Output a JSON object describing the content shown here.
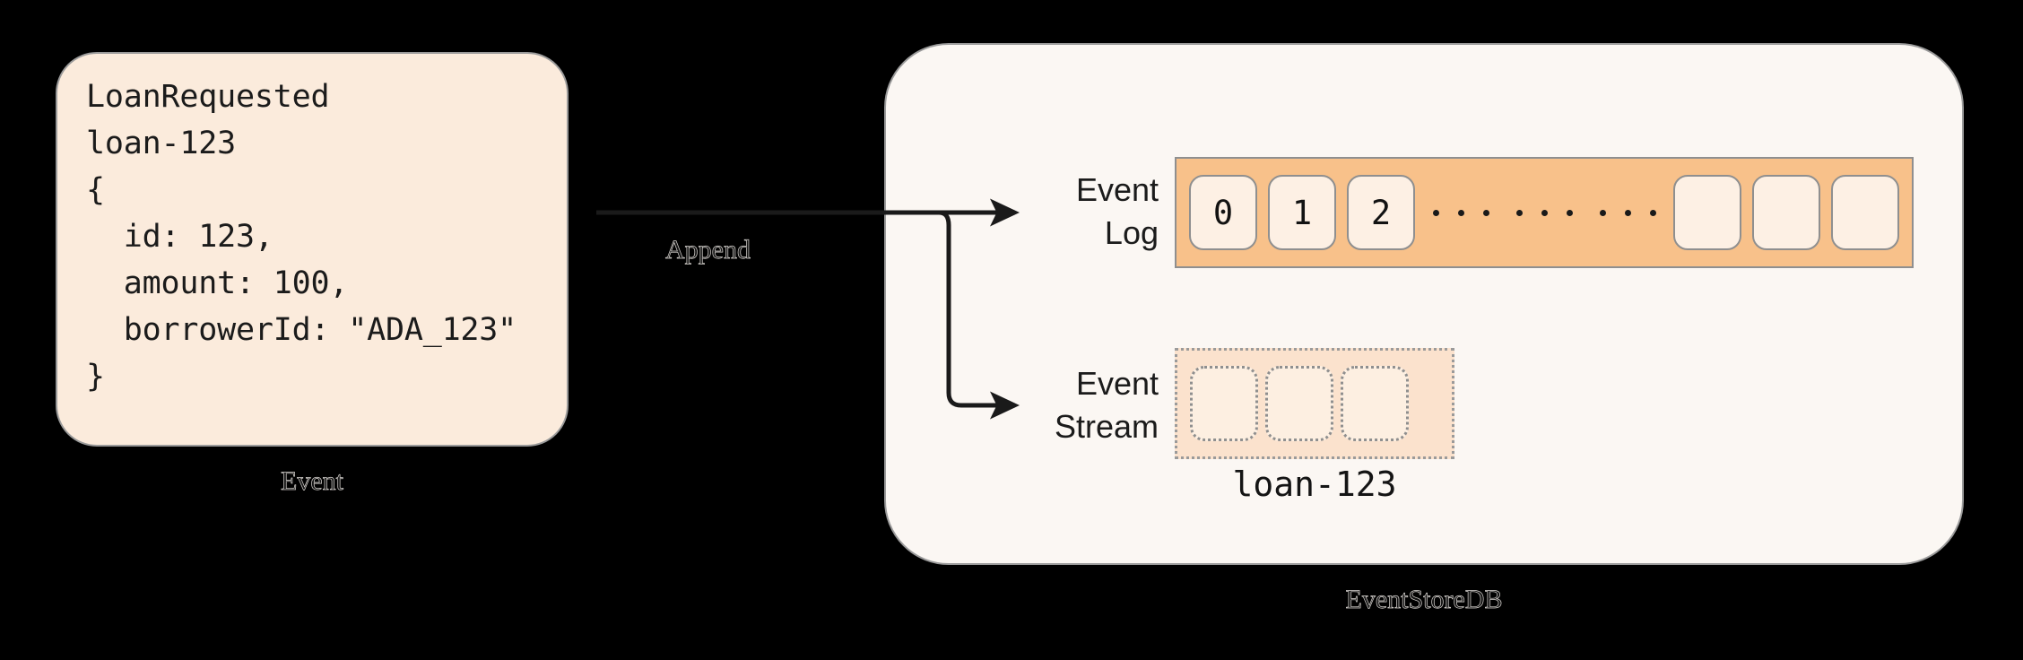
{
  "colors": {
    "page_background": "#000000",
    "event_card_fill": "#FBEBDC",
    "esdb_fill": "#FBF7F3",
    "event_log_fill": "#F8C18A",
    "event_log_cell_fill": "#FDF0E4",
    "event_stream_fill": "#FBE2CD",
    "event_stream_cell_fill": "#FDEFE1",
    "border": "#9A9A9A",
    "text": "#1B1B1B",
    "arrow": "#1A1A1A"
  },
  "event_card": {
    "caption": "Event",
    "code_lines": [
      "LoanRequested",
      "loan-123",
      "{",
      "  id: 123,",
      "  amount: 100,",
      "  borrowerId: \"ADA_123\"",
      "}"
    ],
    "code_text": "LoanRequested\nloan-123\n{\n  id: 123,\n  amount: 100,\n  borrowerId: \"ADA_123\"\n}",
    "event_type": "LoanRequested",
    "stream_id": "loan-123",
    "payload": {
      "id": "123",
      "amount": "100",
      "borrowerId": "\"ADA_123\""
    }
  },
  "arrow": {
    "label": "Append"
  },
  "eventstore": {
    "caption": "EventStoreDB",
    "event_log": {
      "label": "Event\nLog",
      "label_line1": "Event",
      "label_line2": "Log",
      "filled_cells": [
        "0",
        "1",
        "2"
      ],
      "ellipsis_dot_groups": 3,
      "dots_per_group": 3,
      "empty_cells_count": 3
    },
    "event_stream": {
      "label": "Event\nStream",
      "label_line1": "Event",
      "label_line2": "Stream",
      "stream_name": "loan-123",
      "empty_cells_count": 3
    }
  }
}
